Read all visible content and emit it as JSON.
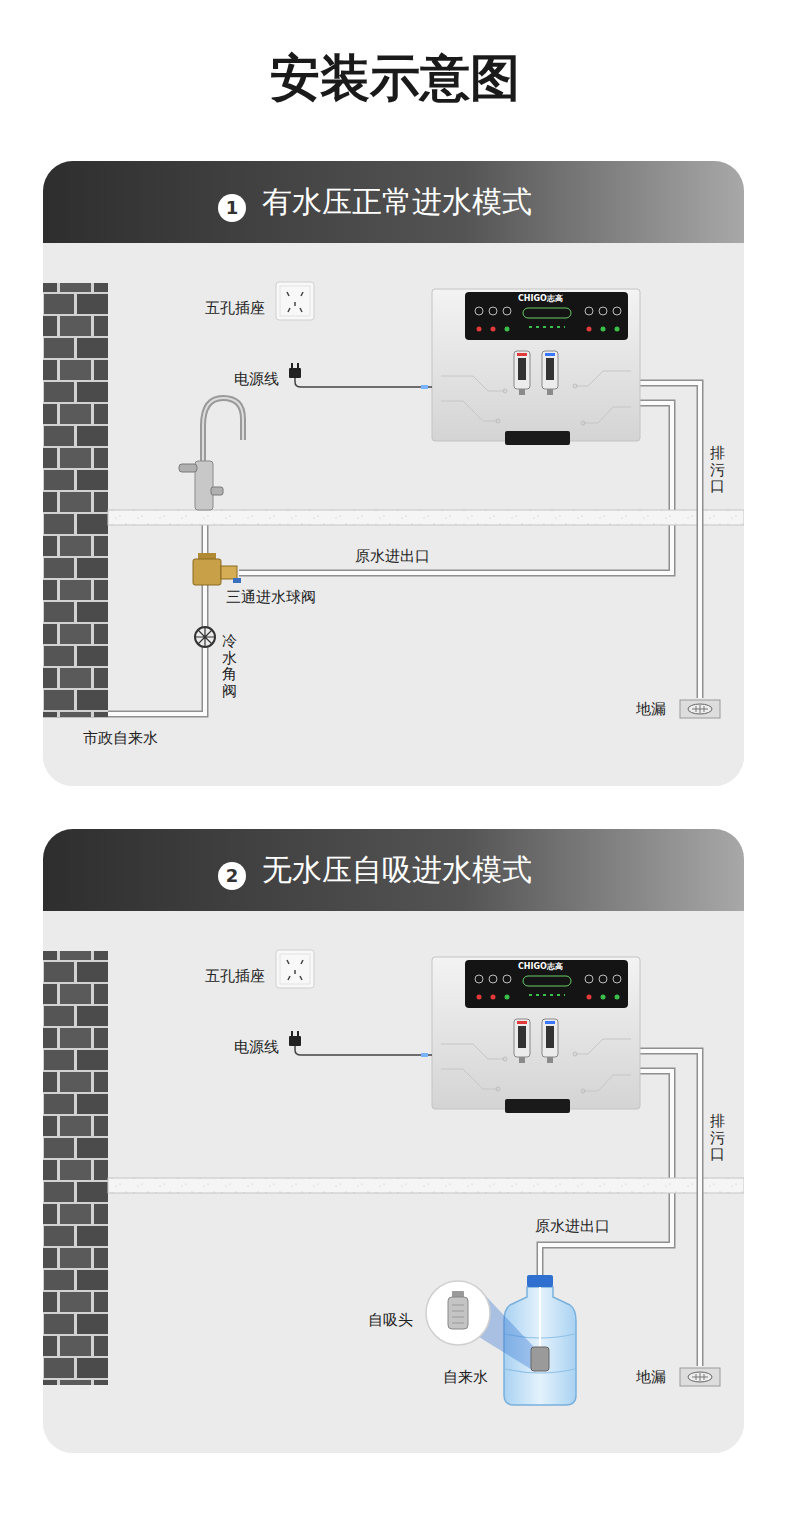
{
  "diagram": {
    "title": "安装示意图",
    "nodes": [
      {
        "text": [
          "有水压正常进水模式"
        ]
      },
      {
        "text": [
          "1"
        ],
        "in": 0
      },
      {
        "text": [
          "无水压自吸进水模式"
        ]
      },
      {
        "text": [
          "2"
        ],
        "in": 2
      }
    ],
    "labels": [
      "CHIGO志高",
      "五孔插座",
      "电源线",
      "排污口",
      "原水进出口",
      "三通进水球阀",
      "冷水角阀",
      "市政自来水",
      "地漏",
      "CHIGO志高",
      "五孔插座",
      "电源线",
      "排污口",
      "原水进出口",
      "自吸头",
      "自来水",
      "地漏"
    ]
  }
}
